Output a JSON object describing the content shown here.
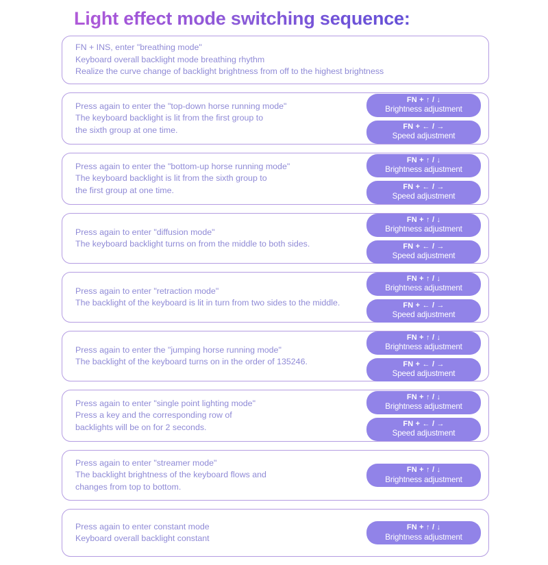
{
  "title": "Light effect mode switching sequence:",
  "colors": {
    "title_gradient_start": "#b05ad8",
    "title_gradient_end": "#6450d6",
    "card_border": "#b49ce2",
    "body_text": "#8f8ad6",
    "badge_fill": "#9183e8",
    "badge_text": "#ffffff",
    "background": "#ffffff"
  },
  "badge_labels": {
    "brightness_keys": "FN + ↑ / ↓",
    "brightness_name": "Brightness adjustment",
    "speed_keys": "FN + ← / →",
    "speed_name": "Speed adjustment"
  },
  "modes": [
    {
      "text": "FN + INS, enter \"breathing mode\"\nKeyboard overall backlight mode breathing rhythm\nRealize the curve change of backlight brightness from off to the highest brightness",
      "badges": []
    },
    {
      "text": "Press again to enter the \"top-down horse running mode\"\nThe keyboard backlight is lit from the first group to\nthe sixth group at one time.",
      "badges": [
        "brightness",
        "speed"
      ]
    },
    {
      "text": "Press again to enter the \"bottom-up horse running mode\"\nThe keyboard backlight is lit from the sixth group to\nthe first group at one time.",
      "badges": [
        "brightness",
        "speed"
      ]
    },
    {
      "text": "Press again to enter \"diffusion mode\"\nThe keyboard backlight turns on from the middle to both sides.",
      "badges": [
        "brightness",
        "speed"
      ]
    },
    {
      "text": "Press again to enter \"retraction mode\"\nThe backlight of the keyboard is lit in turn from two sides to the middle.",
      "badges": [
        "brightness",
        "speed"
      ]
    },
    {
      "text": "Press again to enter the \"jumping horse running mode\"\nThe backlight of the keyboard turns on in the order of 135246.",
      "badges": [
        "brightness",
        "speed"
      ]
    },
    {
      "text": "Press again to enter \"single point lighting mode\"\nPress a key and the corresponding row of\nbacklights will be on for 2 seconds.",
      "badges": [
        "brightness",
        "speed"
      ]
    },
    {
      "text": "Press again to enter \"streamer mode\"\nThe backlight brightness of the keyboard flows and\nchanges from top to bottom.",
      "badges": [
        "brightness"
      ]
    },
    {
      "text": "Press again to enter constant mode\nKeyboard overall backlight constant",
      "badges": [
        "brightness"
      ]
    }
  ]
}
